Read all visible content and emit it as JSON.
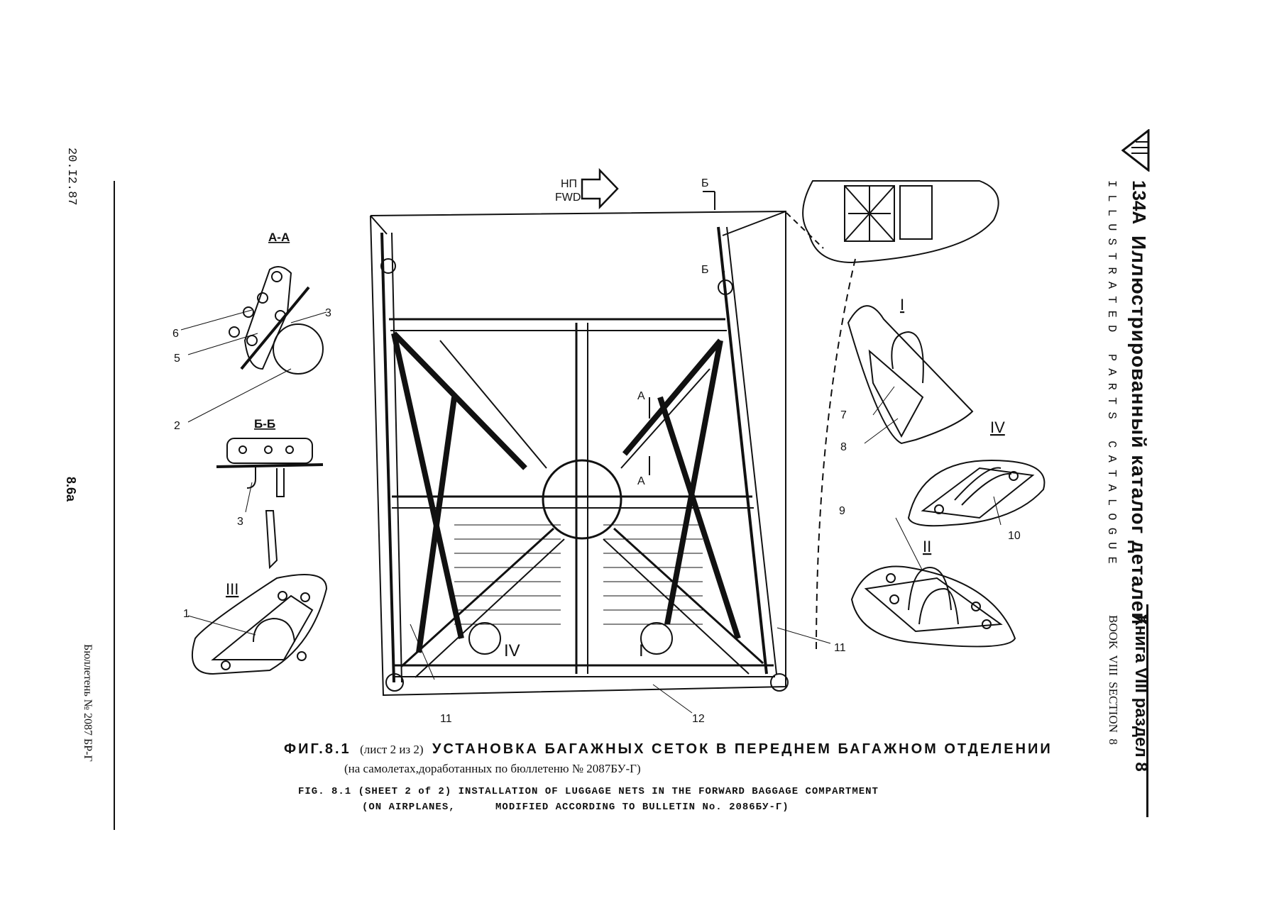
{
  "header": {
    "logo_text": "134A",
    "title_ru": "Иллюстрированный каталог деталей",
    "title_en": "I L L U S T R A T E D   P A R T S   C A T A L O G U E",
    "book_ru": "Книга VIII раздел 8",
    "book_en": "BOOK  VIII  SECTION  8"
  },
  "left_margin": {
    "date": "20.I2.87",
    "page": "8.6a",
    "bulletin": "Бюллетень № 2087 БР-Г"
  },
  "figure": {
    "fwd_ru": "НП",
    "fwd_en": "FWD",
    "section_aa": "А-А",
    "section_bb": "Б-Б",
    "cut_b": "Б",
    "cut_a": "А",
    "views": [
      "I",
      "II",
      "III",
      "IV"
    ],
    "callouts": [
      "1",
      "2",
      "3",
      "5",
      "6",
      "7",
      "8",
      "9",
      "10",
      "11",
      "12"
    ]
  },
  "caption": {
    "ru_line1_prefix": "ФИГ.8.1",
    "ru_line1_sheet": "(лист 2 из 2)",
    "ru_line1_title": "УСТАНОВКА  БАГАЖНЫХ  СЕТОК  В  ПЕРЕДНЕМ  БАГАЖНОМ  ОТДЕЛЕНИИ",
    "ru_line2": "(на самолетах,доработанных по бюллетеню № 2087БУ-Г)",
    "en_line1": "FIG. 8.1 (SHEET 2 of 2) INSTALLATION OF LUGGAGE NETS IN THE FORWARD BAGGAGE COMPARTMENT",
    "en_line2": "(ON AIRPLANES,      MODIFIED ACCORDING TO BULLETIN No. 2086БУ-Г)"
  }
}
